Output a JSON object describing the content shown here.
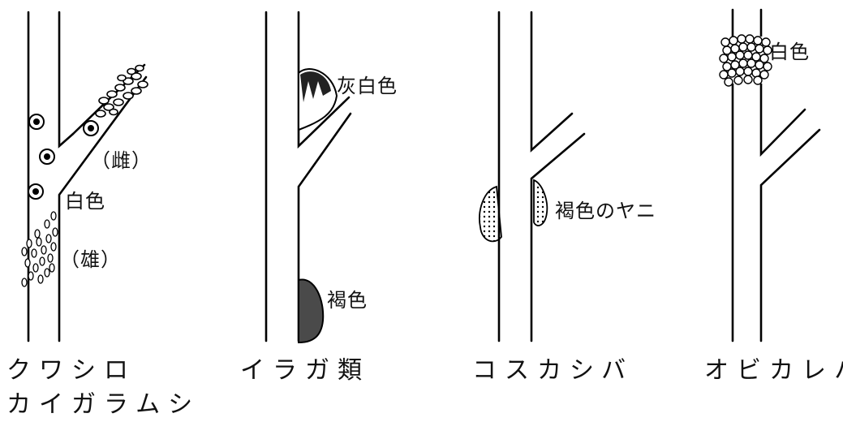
{
  "panels": [
    {
      "title_lines": [
        "クワシロ",
        "カイガラムシ"
      ],
      "notes": [
        "（雌）",
        "白色",
        "（雄）"
      ]
    },
    {
      "title_lines": [
        "イラガ類"
      ],
      "notes": [
        "灰白色",
        "褐色"
      ]
    },
    {
      "title_lines": [
        "コスカシバ"
      ],
      "notes": [
        "褐色のヤニ"
      ]
    },
    {
      "title_lines": [
        "オビカレハ"
      ],
      "notes": [
        "白色"
      ]
    }
  ],
  "colors": {
    "ink": "#000000",
    "paper": "#ffffff",
    "dark_mass": "#555555",
    "sap": "#999999"
  }
}
